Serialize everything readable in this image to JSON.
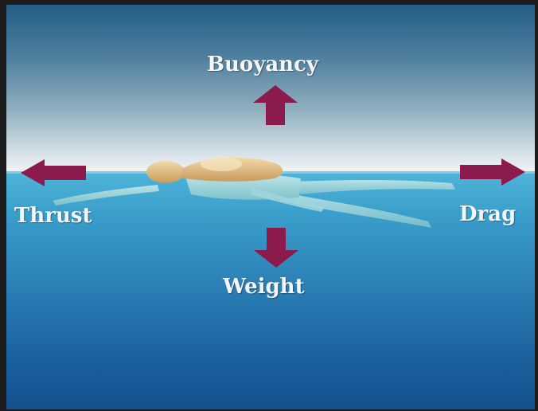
{
  "diagram": {
    "forces": {
      "up": "Buoyancy",
      "left": "Thrust",
      "right": "Drag",
      "down": "Weight"
    },
    "colors": {
      "arrow": "#8b1a4d",
      "label": "#f5f5f5",
      "sky_top": "#255e86",
      "sky_bottom": "#f0f3f4",
      "water_top": "#4fb4d8",
      "water_bottom": "#134f8d"
    },
    "subject": "swimmer-figure"
  }
}
